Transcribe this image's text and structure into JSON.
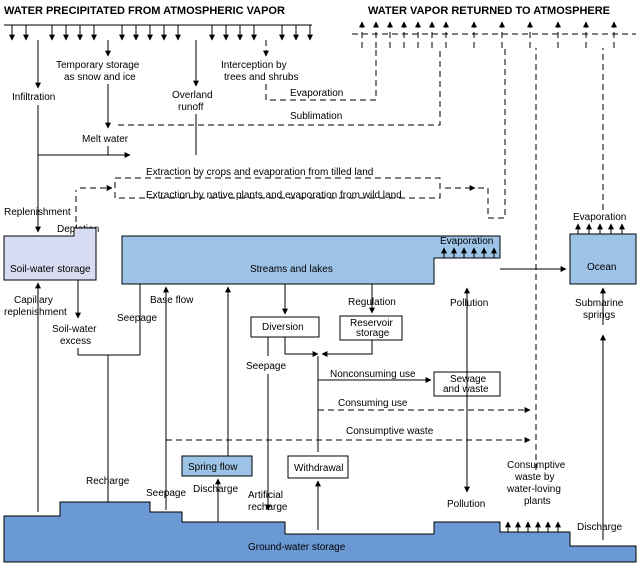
{
  "headers": {
    "precipitated": "WATER PRECIPITATED FROM ATMOSPHERIC VAPOR",
    "returned": "WATER VAPOR RETURNED TO ATMOSPHERE"
  },
  "labels": {
    "infiltration": "Infiltration",
    "temp_storage_1": "Temporary storage",
    "temp_storage_2": "as snow and ice",
    "overland_1": "Overland",
    "overland_2": "runoff",
    "interception_1": "Interception by",
    "interception_2": "trees and shrubs",
    "evaporation_top": "Evaporation",
    "sublimation": "Sublimation",
    "melt_water": "Melt water",
    "extraction_crops": "Extraction by crops and evaporation from tilled land",
    "extraction_native": "Extraction by native plants and evaporation from wild land",
    "replenishment": "Replenishment",
    "depletion": "Depletion",
    "soil_water_storage": "Soil-water storage",
    "streams_and_lakes": "Streams and lakes",
    "evaporation_streams": "Evaporation",
    "evaporation_ocean": "Evaporation",
    "ocean": "Ocean",
    "capillary_1": "Capillary",
    "capillary_2": "replenishment",
    "soil_excess_1": "Soil-water",
    "soil_excess_2": "excess",
    "base_flow": "Base flow",
    "seepage_1": "Seepage",
    "diversion": "Diversion",
    "regulation": "Regulation",
    "reservoir_1": "Reservoir",
    "reservoir_2": "storage",
    "pollution_1": "Pollution",
    "submarine_1": "Submarine",
    "submarine_2": "springs",
    "seepage_2": "Seepage",
    "nonconsuming": "Nonconsuming use",
    "sewage_1": "Sewage",
    "sewage_2": "and waste",
    "consuming": "Consuming use",
    "consumptive_waste": "Consumptive waste",
    "recharge": "Recharge",
    "spring_flow": "Spring flow",
    "withdrawal": "Withdrawal",
    "seepage_3": "Seepage",
    "discharge_1": "Discharge",
    "artificial_1": "Artificial",
    "artificial_2": "recharge",
    "pollution_2": "Pollution",
    "cw_plants_1": "Consumptive",
    "cw_plants_2": "waste by",
    "cw_plants_3": "water-loving",
    "cw_plants_4": "plants",
    "discharge_2": "Discharge",
    "groundwater": "Ground-water storage"
  },
  "colors": {
    "storage_fill": "#9dc3e6",
    "soil_fill": "#d7dcf2",
    "ground_fill": "#6b99d4",
    "line": "#000000"
  }
}
